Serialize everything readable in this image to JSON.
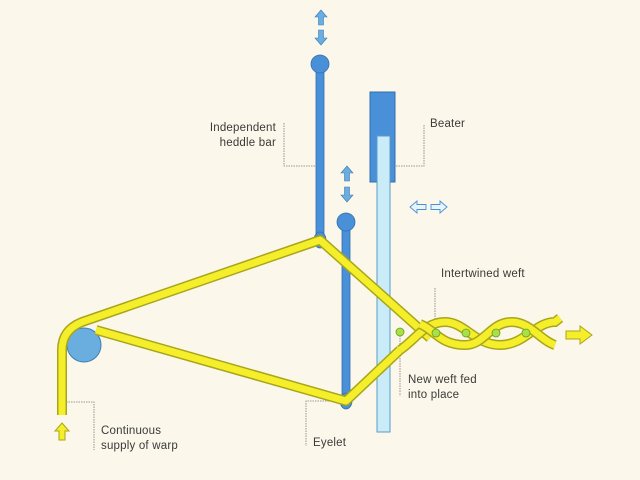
{
  "colors": {
    "background": "#fbf7ea",
    "warp_yellow": "#f4ef2a",
    "yarn_outline": "#a9a51a",
    "heddle_blue": "#4a90d9",
    "beater_light": "#c9ecf8",
    "weft_green": "#a8e04a",
    "leader_line": "#777777"
  },
  "labels": {
    "heddle_line1": "Independent",
    "heddle_line2": "heddle bar",
    "beater": "Beater",
    "intertwined_weft": "Intertwined weft",
    "new_weft_line1": "New weft fed",
    "new_weft_line2": "into place",
    "warp_line1": "Continuous",
    "warp_line2": "supply of warp",
    "eyelet": "Eyelet"
  },
  "icons": {
    "heddle_motion": "vertical-double-arrow",
    "eyelet_motion": "vertical-double-arrow",
    "beater_motion": "horizontal-double-arrow",
    "output": "right-arrow",
    "input": "up-arrow"
  }
}
